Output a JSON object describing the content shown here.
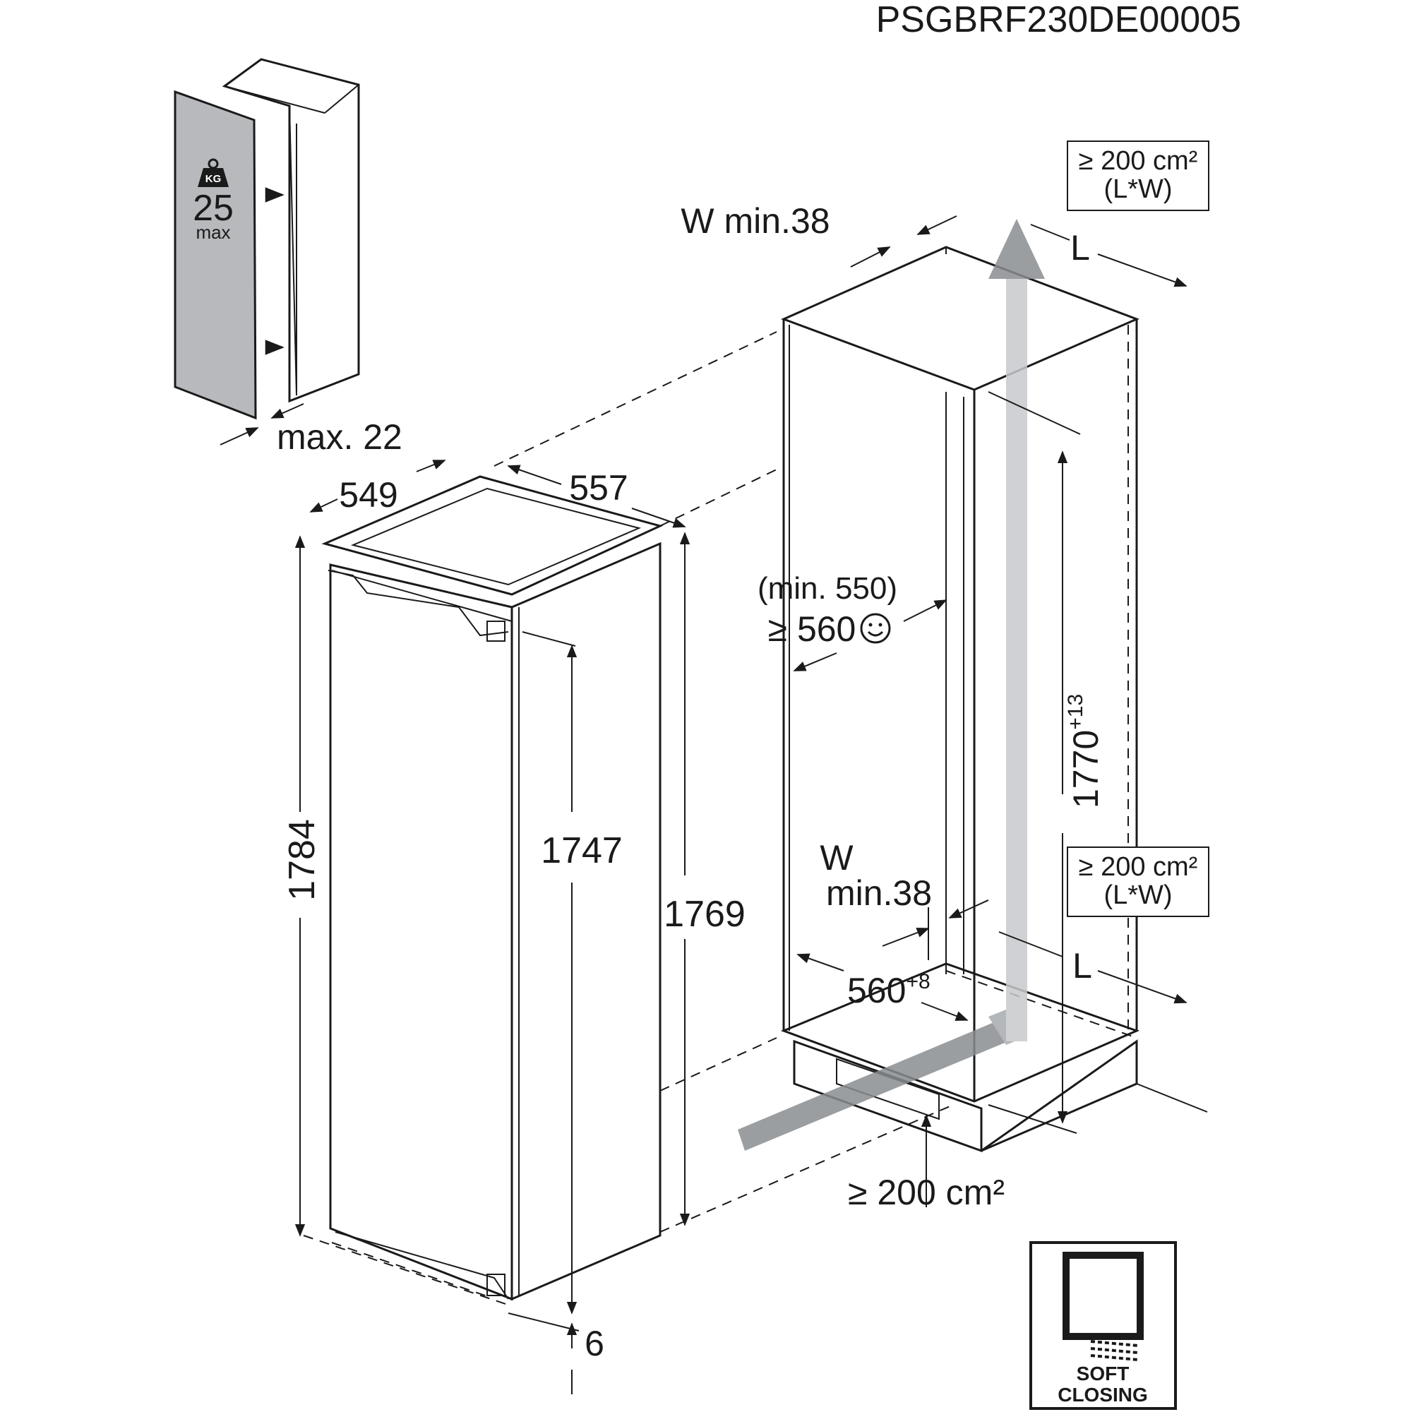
{
  "code": "PSGBRF230DE00005",
  "door_panel": {
    "weight_badge": "KG",
    "weight_value": "25",
    "weight_unit": "max",
    "thickness": "max. 22"
  },
  "appliance": {
    "depth": "549",
    "width": "557",
    "height_total": "1784",
    "height_body": "1747",
    "height_side": "1769",
    "bottom_gap": "6"
  },
  "niche": {
    "top_gap": "W min.38",
    "top_length": "L",
    "vent_box_top": {
      "line1": "≥ 200 cm²",
      "line2": "(L*W)"
    },
    "depth_min": "(min. 550)",
    "depth_rec": "≥ 560",
    "height": "1770",
    "height_tol": "+13",
    "bottom_gap_line1": "W",
    "bottom_gap_line2": "min.38",
    "vent_box_bottom": {
      "line1": "≥ 200 cm²",
      "line2": "(L*W)"
    },
    "bottom_length": "L",
    "width": "560",
    "width_tol": "+8",
    "plinth_vent": "≥ 200 cm²"
  },
  "soft_closing": {
    "line1": "SOFT",
    "line2": "CLOSING"
  }
}
